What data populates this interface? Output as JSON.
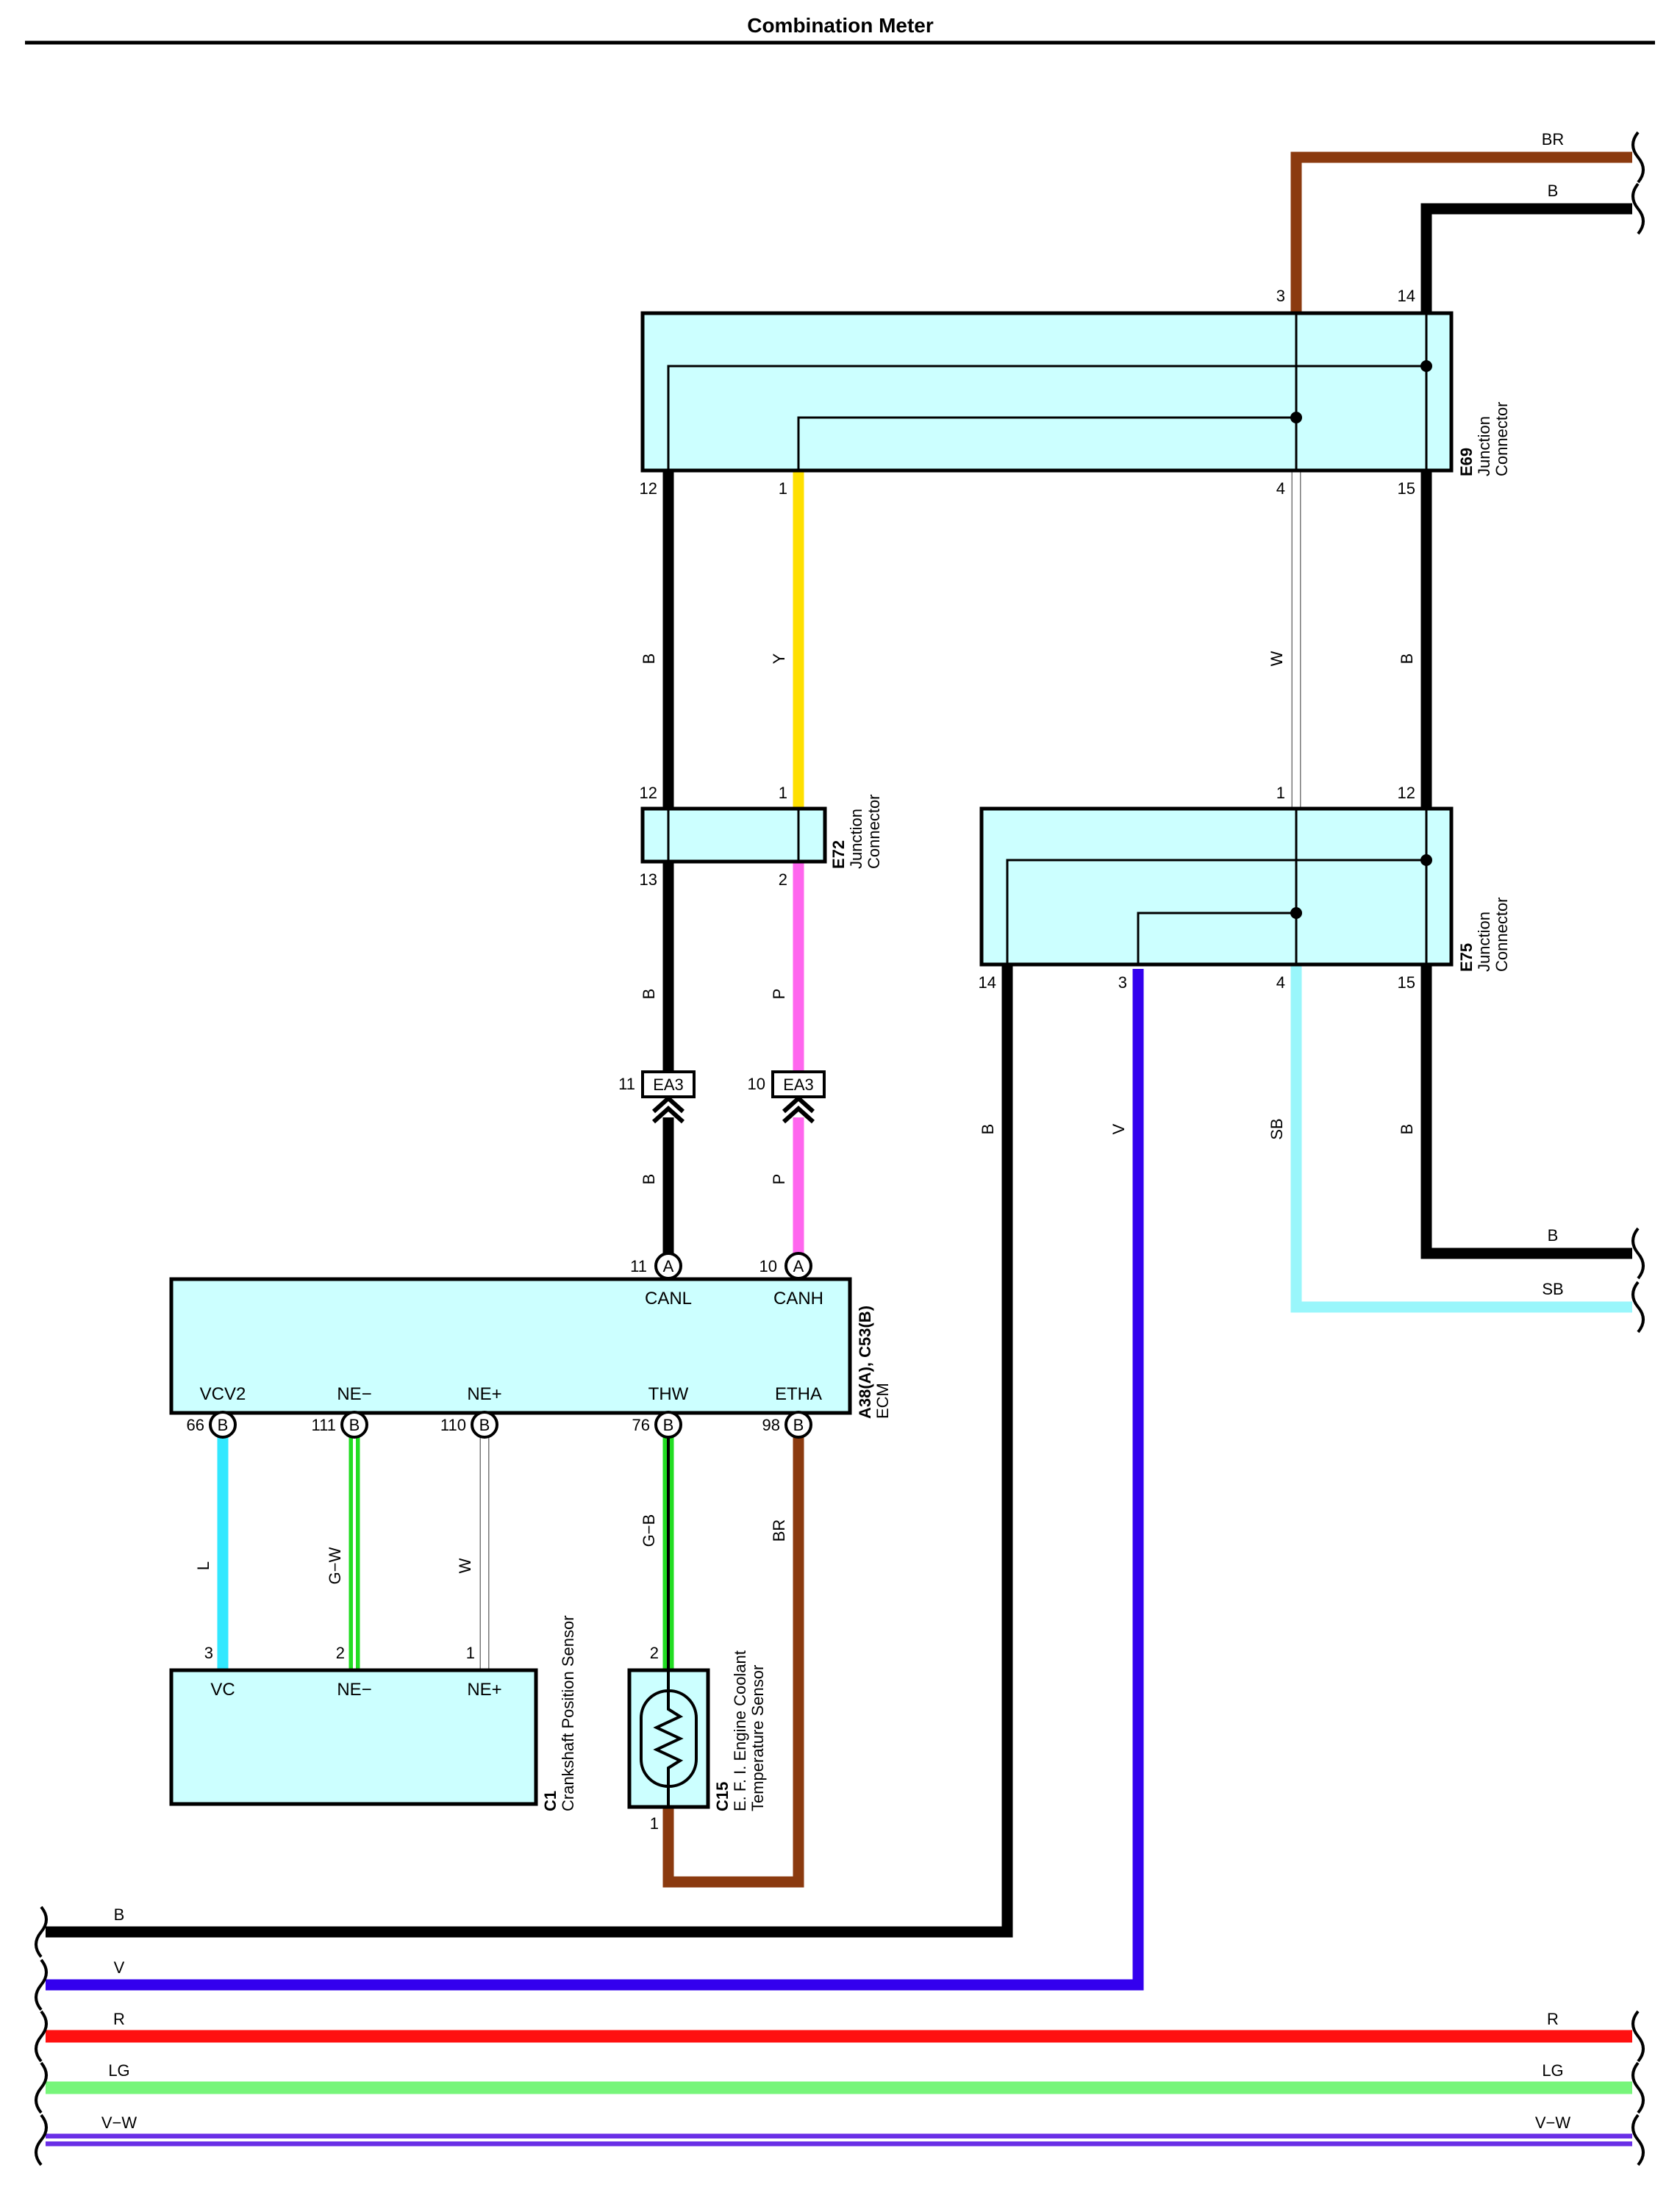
{
  "title": "Combination Meter",
  "colors": {
    "B": "#000000",
    "BR": "#8b3a0f",
    "Y": "#ffe000",
    "P": "#ff66ee",
    "W": "#ffffff",
    "V": "#3300ee",
    "SB": "#99f6fb",
    "L": "#33e8ff",
    "GW_stripe": "#22dd22",
    "R": "#ff1010",
    "LG": "#77f57a",
    "VW": "#6a2fe6",
    "component_fill": "#ccffff"
  },
  "components": {
    "e69": {
      "code": "E69",
      "desc1": "Junction",
      "desc2": "Connector",
      "pins": {
        "p3": "3",
        "p14": "14",
        "p12": "12",
        "p1": "1",
        "p4": "4",
        "p15": "15"
      }
    },
    "e72": {
      "code": "E72",
      "desc1": "Junction",
      "desc2": "Connector",
      "pins": {
        "p12": "12",
        "p1": "1",
        "p13": "13",
        "p2": "2"
      }
    },
    "e75": {
      "code": "E75",
      "desc1": "Junction",
      "desc2": "Connector",
      "pins": {
        "p1": "1",
        "p12": "12",
        "p14": "14",
        "p3": "3",
        "p4": "4",
        "p15": "15"
      }
    },
    "ecm": {
      "code": "A38(A), C53(B)",
      "desc": "ECM",
      "signals": {
        "canl": "CANL",
        "canh": "CANH",
        "vcv2": "VCV2",
        "neminus": "NE−",
        "neplus": "NE+",
        "thw": "THW",
        "etha": "ETHA"
      },
      "pins": {
        "canl": "11",
        "canh": "10",
        "vcv2": "66",
        "neminus": "111",
        "neplus": "110",
        "thw": "76",
        "etha": "98"
      },
      "conn_a": "A",
      "conn_b": "B"
    },
    "c1": {
      "code": "C1",
      "desc": "Crankshaft Position Sensor",
      "signals": {
        "vc": "VC",
        "neminus": "NE−",
        "neplus": "NE+"
      },
      "pins": {
        "vc": "3",
        "neminus": "2",
        "neplus": "1"
      }
    },
    "c15": {
      "code": "C15",
      "desc1": "E. F. I.  Engine Coolant",
      "desc2": "Temperature Sensor",
      "pins": {
        "top": "2",
        "bottom": "1"
      }
    },
    "ea3": {
      "code": "EA3",
      "pin_left": "11",
      "pin_right": "10"
    }
  },
  "wire_labels": {
    "top_br": "BR",
    "top_b": "B",
    "e69_e72_b": "B",
    "e69_e72_y": "Y",
    "e69_e75_w": "W",
    "e69_e75_b": "B",
    "e72_ea3_b": "B",
    "e72_ea3_p": "P",
    "ea3_ecm_b": "B",
    "ea3_ecm_p": "P",
    "e75_b_down": "B",
    "e75_v_down": "V",
    "e75_sb_down": "SB",
    "e75_b_right": "B",
    "right_b": "B",
    "right_sb": "SB",
    "ecm_l": "L",
    "ecm_gw": "G−W",
    "ecm_w": "W",
    "ecm_gb": "G−B",
    "ecm_br": "BR",
    "bottom_b": "B",
    "bottom_v": "V",
    "bottom_r_left": "R",
    "bottom_r_right": "R",
    "bottom_lg_left": "LG",
    "bottom_lg_right": "LG",
    "bottom_vw_left": "V−W",
    "bottom_vw_right": "V−W"
  }
}
